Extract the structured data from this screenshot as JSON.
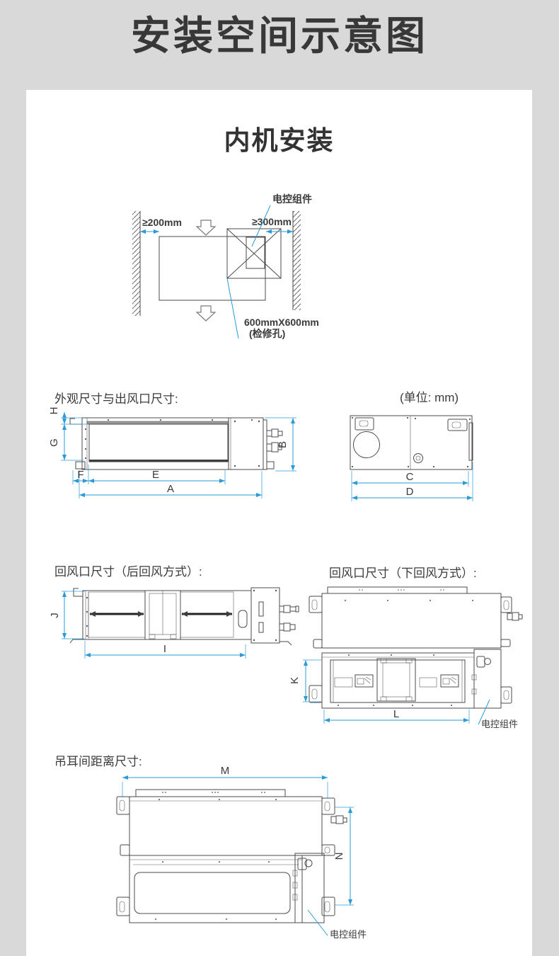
{
  "colors": {
    "page_bg": "#d9d9d9",
    "card_bg": "#ffffff",
    "text": "#3a3a3a",
    "drawing_line": "#4b4b4e",
    "dimension_blue": "#2b9bd7"
  },
  "header": {
    "title": "安装空间示意图"
  },
  "card": {
    "title": "内机安装"
  },
  "clearance_diagram": {
    "left_clearance": "≥200mm",
    "right_clearance": "≥300mm",
    "control_box": "电控组件",
    "access_hole_size": "600mmX600mm",
    "access_hole_label": "(检修孔)"
  },
  "outline_section": {
    "title": "外观尺寸与出风口尺寸:",
    "unit_note": "(单位: mm)",
    "dims": {
      "a": "A",
      "b": "B",
      "c": "C",
      "d": "D",
      "e": "E",
      "f": "F",
      "g": "G",
      "h": "H"
    }
  },
  "rear_return_section": {
    "title": "回风口尺寸（后回风方式）:",
    "dims": {
      "j": "J",
      "i": "I"
    }
  },
  "bottom_return_section": {
    "title": "回风口尺寸（下回风方式）:",
    "dims": {
      "k": "K",
      "l": "L"
    },
    "control_box": "电控组件"
  },
  "lug_section": {
    "title": "吊耳间距离尺寸:",
    "dims": {
      "m": "M",
      "n": "N"
    },
    "control_box": "电控组件"
  }
}
